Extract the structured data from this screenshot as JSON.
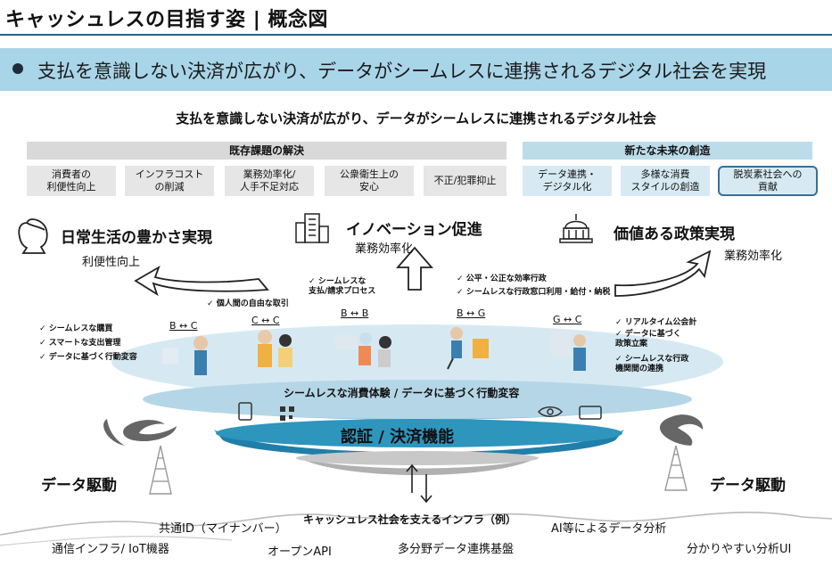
{
  "page": {
    "title": "キャッシュレスの目指す姿 | 概念図",
    "banner": "支払を意識しない決済が広がり、データがシームレスに連携されるデジタル社会を実現",
    "headline": "支払を意識しない決済が広がり、データがシームレスに連携されるデジタル社会"
  },
  "existing": {
    "header": "既存課題の解決",
    "items": [
      "消費者の\n利便性向上",
      "インフラコスト\nの削減",
      "業務効率化/\n人手不足対応",
      "公衆衛生上の\n安心",
      "不正/犯罪抑止"
    ]
  },
  "future": {
    "header": "新たな未来の創造",
    "items": [
      "データ連携・\nデジタル化",
      "多様な消費\nスタイルの創造",
      "脱炭素社会への\n貢献"
    ]
  },
  "pillars": {
    "life": {
      "title": "日常生活の豊かさ実現",
      "sub": "利便性向上"
    },
    "innovation": {
      "title": "イノベーション促進",
      "sub": "業務効率化"
    },
    "policy": {
      "title": "価値ある政策実現",
      "sub": "業務効率化"
    }
  },
  "checks": {
    "bc": [
      "シームレスな購買",
      "スマートな支出管理",
      "データに基づく行動変容"
    ],
    "cc": [
      "個人間の自由な取引"
    ],
    "bb": [
      "シームレスな\n支払/請求プロセス"
    ],
    "bg": [
      "公平・公正な効率行政",
      "シームレスな行政窓口利用・給付・納税"
    ],
    "gc": [
      "リアルタイム公会計",
      "データに基づく\n政策立案",
      "シームレスな行政\n機関間の連携"
    ]
  },
  "relations": [
    "B ↔ C",
    "C ↔ C",
    "B ↔ B",
    "B ↔ G",
    "G ↔ C"
  ],
  "layers": {
    "experience": "シームレスな消費体験 / データに基づく行動変容",
    "auth": "認証 / 決済機能"
  },
  "data_driven": {
    "left": "データ駆動",
    "right": "データ駆動"
  },
  "infra": {
    "caption": "キャッシュレス社会を支えるインフラ（例）",
    "items": [
      "共通ID（マイナンバー）",
      "AI等によるデータ分析",
      "通信インフラ/ IoT機器",
      "オープンAPI",
      "多分野データ連携基盤",
      "分かりやすい分析UI"
    ]
  },
  "colors": {
    "banner": "#a9d5e8",
    "accent": "#2b5f8a",
    "disc_top": "#d6e9f3",
    "disc_mid": "#b5d6e6",
    "disc_auth": "#2e95bd"
  }
}
